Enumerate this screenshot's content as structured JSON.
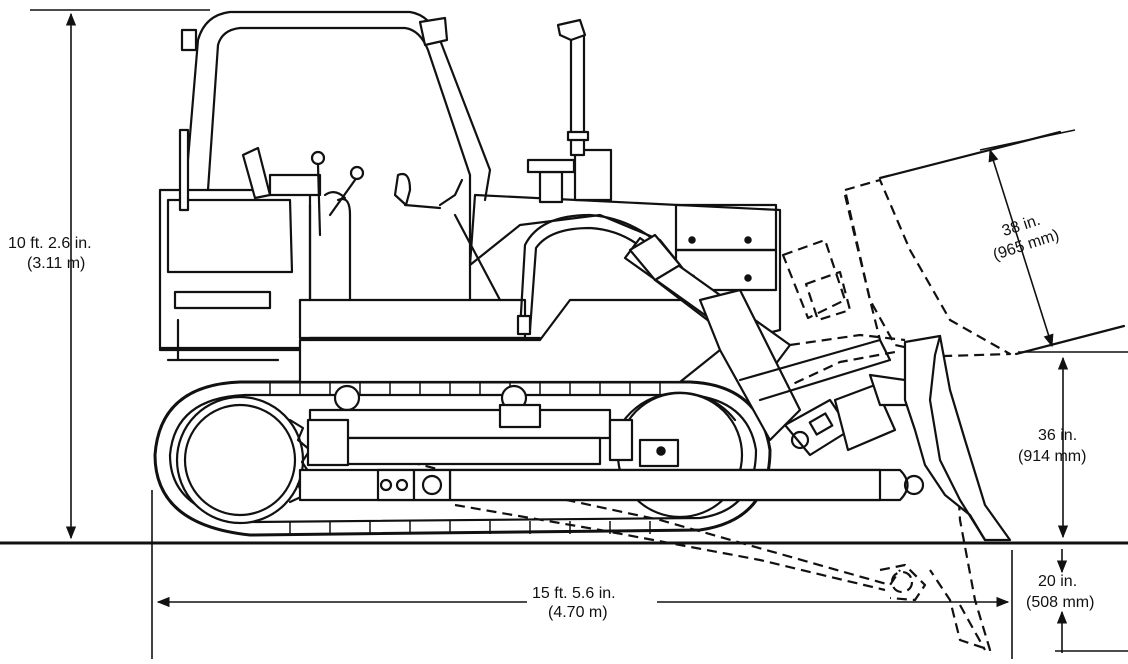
{
  "dimensions": {
    "height": {
      "imperial": "10 ft. 2.6 in.",
      "metric": "(3.11 m)"
    },
    "blade_lift": {
      "imperial": "38 in.",
      "metric": "(965 mm)"
    },
    "blade_height": {
      "imperial": "36 in.",
      "metric": "(914 mm)"
    },
    "blade_drop": {
      "imperial": "20 in.",
      "metric": "(508 mm)"
    },
    "length": {
      "imperial": "15 ft. 5.6 in.",
      "metric": "(4.70 m)"
    }
  },
  "colors": {
    "ink": "#111111",
    "paper": "#ffffff"
  }
}
